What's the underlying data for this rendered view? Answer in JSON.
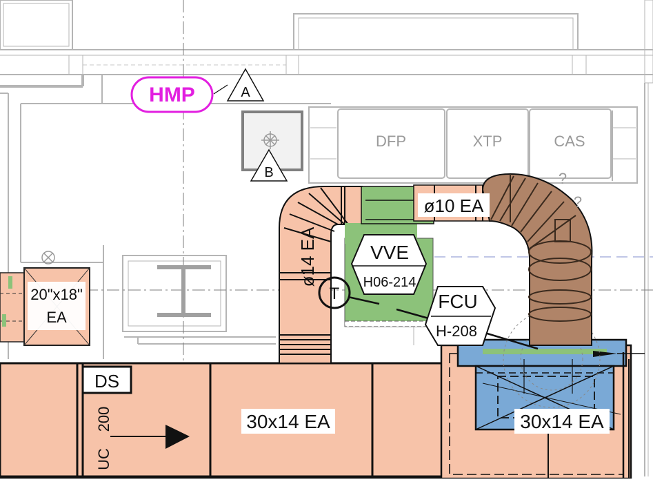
{
  "tags": {
    "hmp": "HMP",
    "section_a": "A",
    "section_b": "B"
  },
  "equipment": {
    "dfp": "DFP",
    "xtp": "XTP",
    "cas": "CAS",
    "query_mark": "?",
    "vve_name": "VVE",
    "vve_id": "H06-214",
    "fcu_name": "FCU",
    "fcu_id": "H-208",
    "thermostat": "T"
  },
  "ducts": {
    "d10": "ø10 EA",
    "d14": "ø14 EA",
    "box20": "20\"x18\"",
    "box20_type": "EA",
    "main_left": "30x14 EA",
    "main_right": "30x14 EA",
    "ds": "DS",
    "uc": "UC",
    "uc_value": "200"
  },
  "colors": {
    "duct_fill": "#f7c3a9",
    "elbow_fill": "#b08468",
    "unit_green": "#8cc27a",
    "vav_blue": "#7aa9d6",
    "hmp_magenta": "#e21fe0",
    "linework": "#111111",
    "background_lines": "#b5b5b5"
  }
}
